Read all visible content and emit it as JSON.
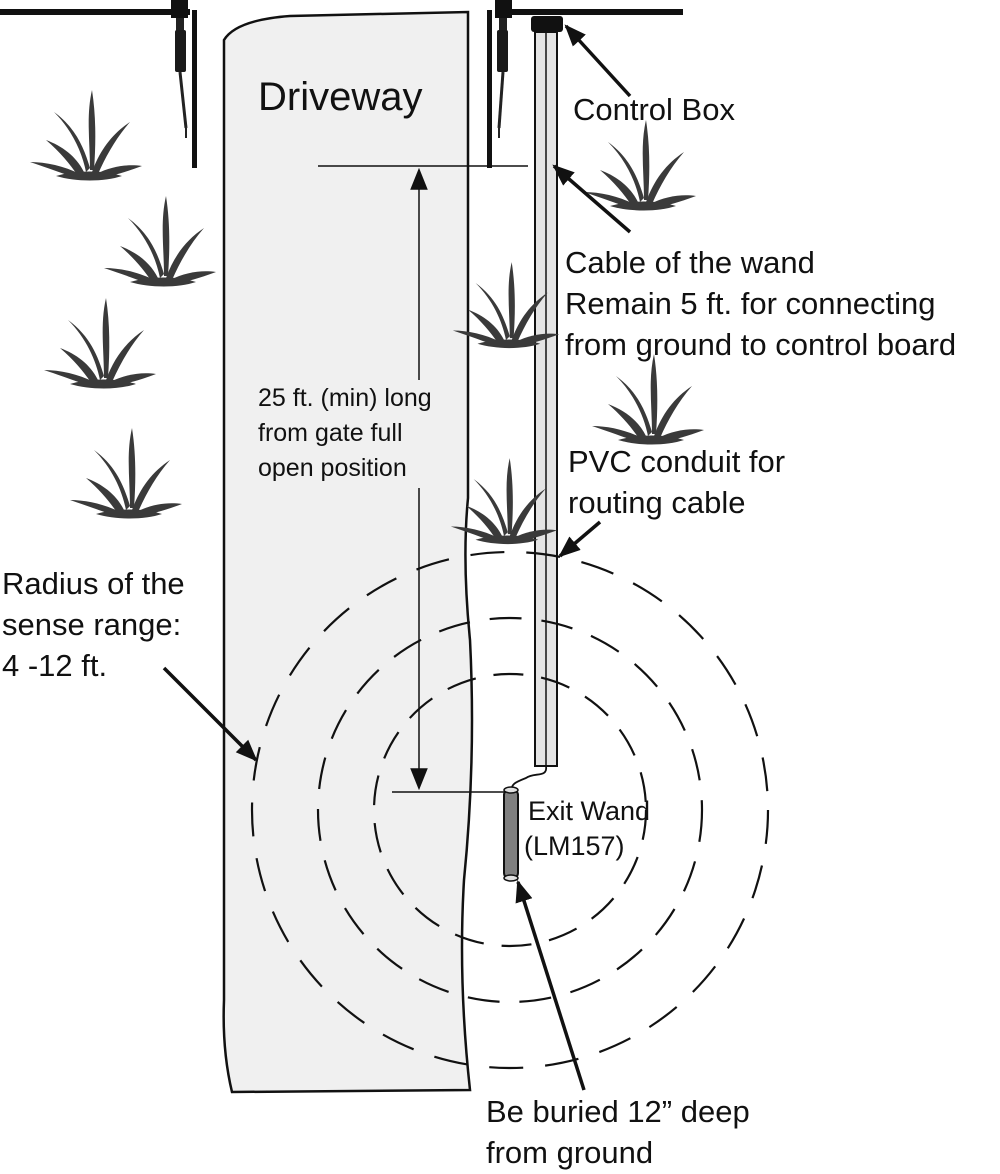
{
  "labels": {
    "driveway": "Driveway",
    "control_box": "Control Box",
    "cable_line1": "Cable of the wand",
    "cable_line2": "Remain 5 ft. for connecting",
    "cable_line3": "from ground to control board",
    "distance_line1": "25 ft. (min) long",
    "distance_line2": "from gate full",
    "distance_line3": "open position",
    "pvc_line1": "PVC conduit for",
    "pvc_line2": "routing cable",
    "radius_line1": "Radius of the",
    "radius_line2": "sense range:",
    "radius_line3": "4 -12 ft.",
    "wand_line1": "Exit Wand",
    "wand_line2": "(LM157)",
    "buried_line1": "Be buried 12” deep",
    "buried_line2": "from ground"
  },
  "colors": {
    "driveway_fill": "#f0f0f0",
    "stroke": "#111111",
    "grass": "#3a3a3a",
    "wand_body": "#808080"
  }
}
